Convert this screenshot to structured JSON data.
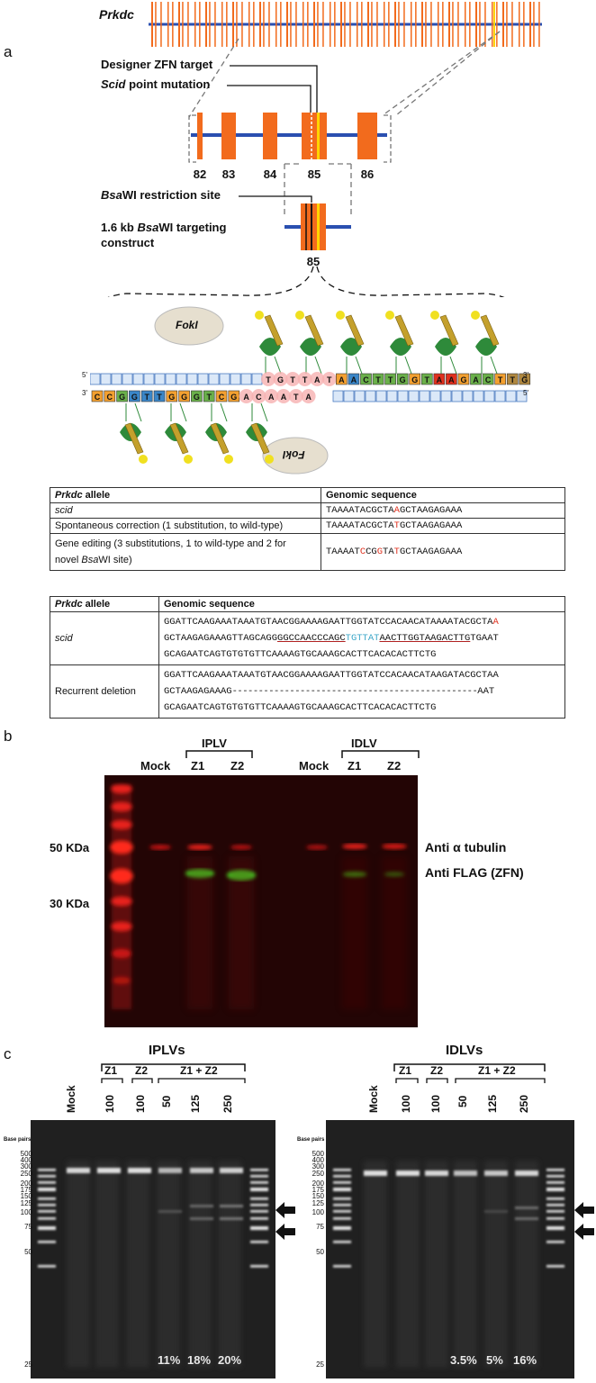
{
  "panels": {
    "a": "a",
    "b": "b",
    "c": "c"
  },
  "panel_a": {
    "gene_name": "Prkdc",
    "zfn_target": "Designer ZFN target",
    "scid_mutation_italic": "Scid",
    "scid_mutation_rest": " point mutation",
    "exons": [
      "82",
      "83",
      "84",
      "85",
      "86"
    ],
    "bsawi_italic": "Bsa",
    "bsawi_rest": "WI restriction site",
    "construct_line1_pre": "1.6 kb ",
    "construct_line1_italic": "Bsa",
    "construct_line1_rest": "WI targeting",
    "construct_line2": "construct",
    "construct_exon": "85",
    "foki_top": "FokI",
    "foki_bottom": "FokI",
    "top_strand_5": "5'",
    "top_strand_3": "3'",
    "bot_strand_3": "3'",
    "bot_strand_5": "5'",
    "top_bases": [
      "T",
      "G",
      "T",
      "T",
      "A",
      "T",
      "A",
      "A",
      "C",
      "T",
      "T",
      "G",
      "G",
      "T",
      "A",
      "A",
      "G",
      "A",
      "C",
      "T",
      "T",
      "G"
    ],
    "bot_bases": [
      "C",
      "C",
      "G",
      "G",
      "T",
      "T",
      "G",
      "G",
      "G",
      "T",
      "C",
      "G",
      "A",
      "C",
      "A",
      "A",
      "T",
      "A"
    ]
  },
  "table1": {
    "col1_italic": "Prkdc",
    "col1_rest": " allele",
    "col2": "Genomic sequence",
    "rows": [
      {
        "allele": "scid",
        "seq_pre": "TAAAATACGCTA",
        "seq_mut": "A",
        "seq_post": "GCTAAGAGAAA"
      },
      {
        "allele": "Spontaneous correction (1 substitution, to wild-type)",
        "seq_pre": "TAAAATACGCTA",
        "seq_mut": "T",
        "seq_post": "GCTAAGAGAAA"
      },
      {
        "allele_line1": "Gene editing (3 substitutions, 1 to wild-type and 2 for",
        "allele_line2_pre": "novel ",
        "allele_line2_italic": "Bsa",
        "allele_line2_rest": "WI site)",
        "seq_a": "TAAAAT",
        "seq_b": "C",
        "seq_c": "CG",
        "seq_d": "G",
        "seq_e": "TA",
        "seq_f": "T",
        "seq_g": "GCTAAGAGAAA"
      }
    ]
  },
  "table2": {
    "col1_italic": "Prkdc",
    "col1_rest": " allele",
    "col2": "Genomic sequence",
    "scid_label": "scid",
    "scid_l1_pre": "GGATTCAAGAAATAAATGTAACGGAAAAGAATTGGTATCCACAACATAAAATACGCTA",
    "scid_l1_mut": "A",
    "scid_l2_a": "GCTAAGAGAAAGTTAGCAGG",
    "scid_l2_b": "GGCCAACCCAGC",
    "scid_l2_c": "TGTTAT",
    "scid_l2_d": "AACTTGGTAAGACTTG",
    "scid_l2_e": "TGAAT",
    "scid_l3": "GCAGAATCAGTGTGTGTTCAAAAGTGCAAAGCACTTCACACACTTCTG",
    "del_label": "Recurrent deletion",
    "del_l1": "GGATTCAAGAAATAAATGTAACGGAAAAGAATTGGTATCCACAACATAAGATACGCTAA",
    "del_l2_a": "GCTAAGAGAAAG",
    "del_l2_dash": "-----------------------------------------------",
    "del_l2_b": "AAT",
    "del_l3": "GCAGAATCAGTGTGTGTTCAAAAGTGCAAAGCACTTCACACACTTCTG"
  },
  "panel_b": {
    "iplv": "IPLV",
    "idlv": "IDLV",
    "lanes": [
      "Mock",
      "Z1",
      "Z2",
      "Mock",
      "Z1",
      "Z2"
    ],
    "marker_50": "50 KDa",
    "marker_30": "30 KDa",
    "anti_tubulin": "Anti α tubulin",
    "anti_flag": "Anti FLAG (ZFN)"
  },
  "panel_c": {
    "left_title": "IPLVs",
    "right_title": "IDLVs",
    "z1": "Z1",
    "z2": "Z2",
    "z1z2": "Z1 + Z2",
    "mock": "Mock",
    "doses": [
      "100",
      "100",
      "50",
      "125",
      "250"
    ],
    "base_pairs": "Base pairs",
    "ladder": [
      "500",
      "400",
      "300",
      "250",
      "200",
      "175",
      "150",
      "125",
      "100",
      "75",
      "50",
      "25"
    ],
    "left_pct": [
      "11%",
      "18%",
      "20%"
    ],
    "right_pct": [
      "3.5%",
      "5%",
      "16%"
    ]
  },
  "colors": {
    "exon": "#f26b1d",
    "line": "#2a4fb0",
    "dna_red": "#e0301e",
    "gel_red": "#e8201a",
    "gel_green": "#40e020"
  }
}
